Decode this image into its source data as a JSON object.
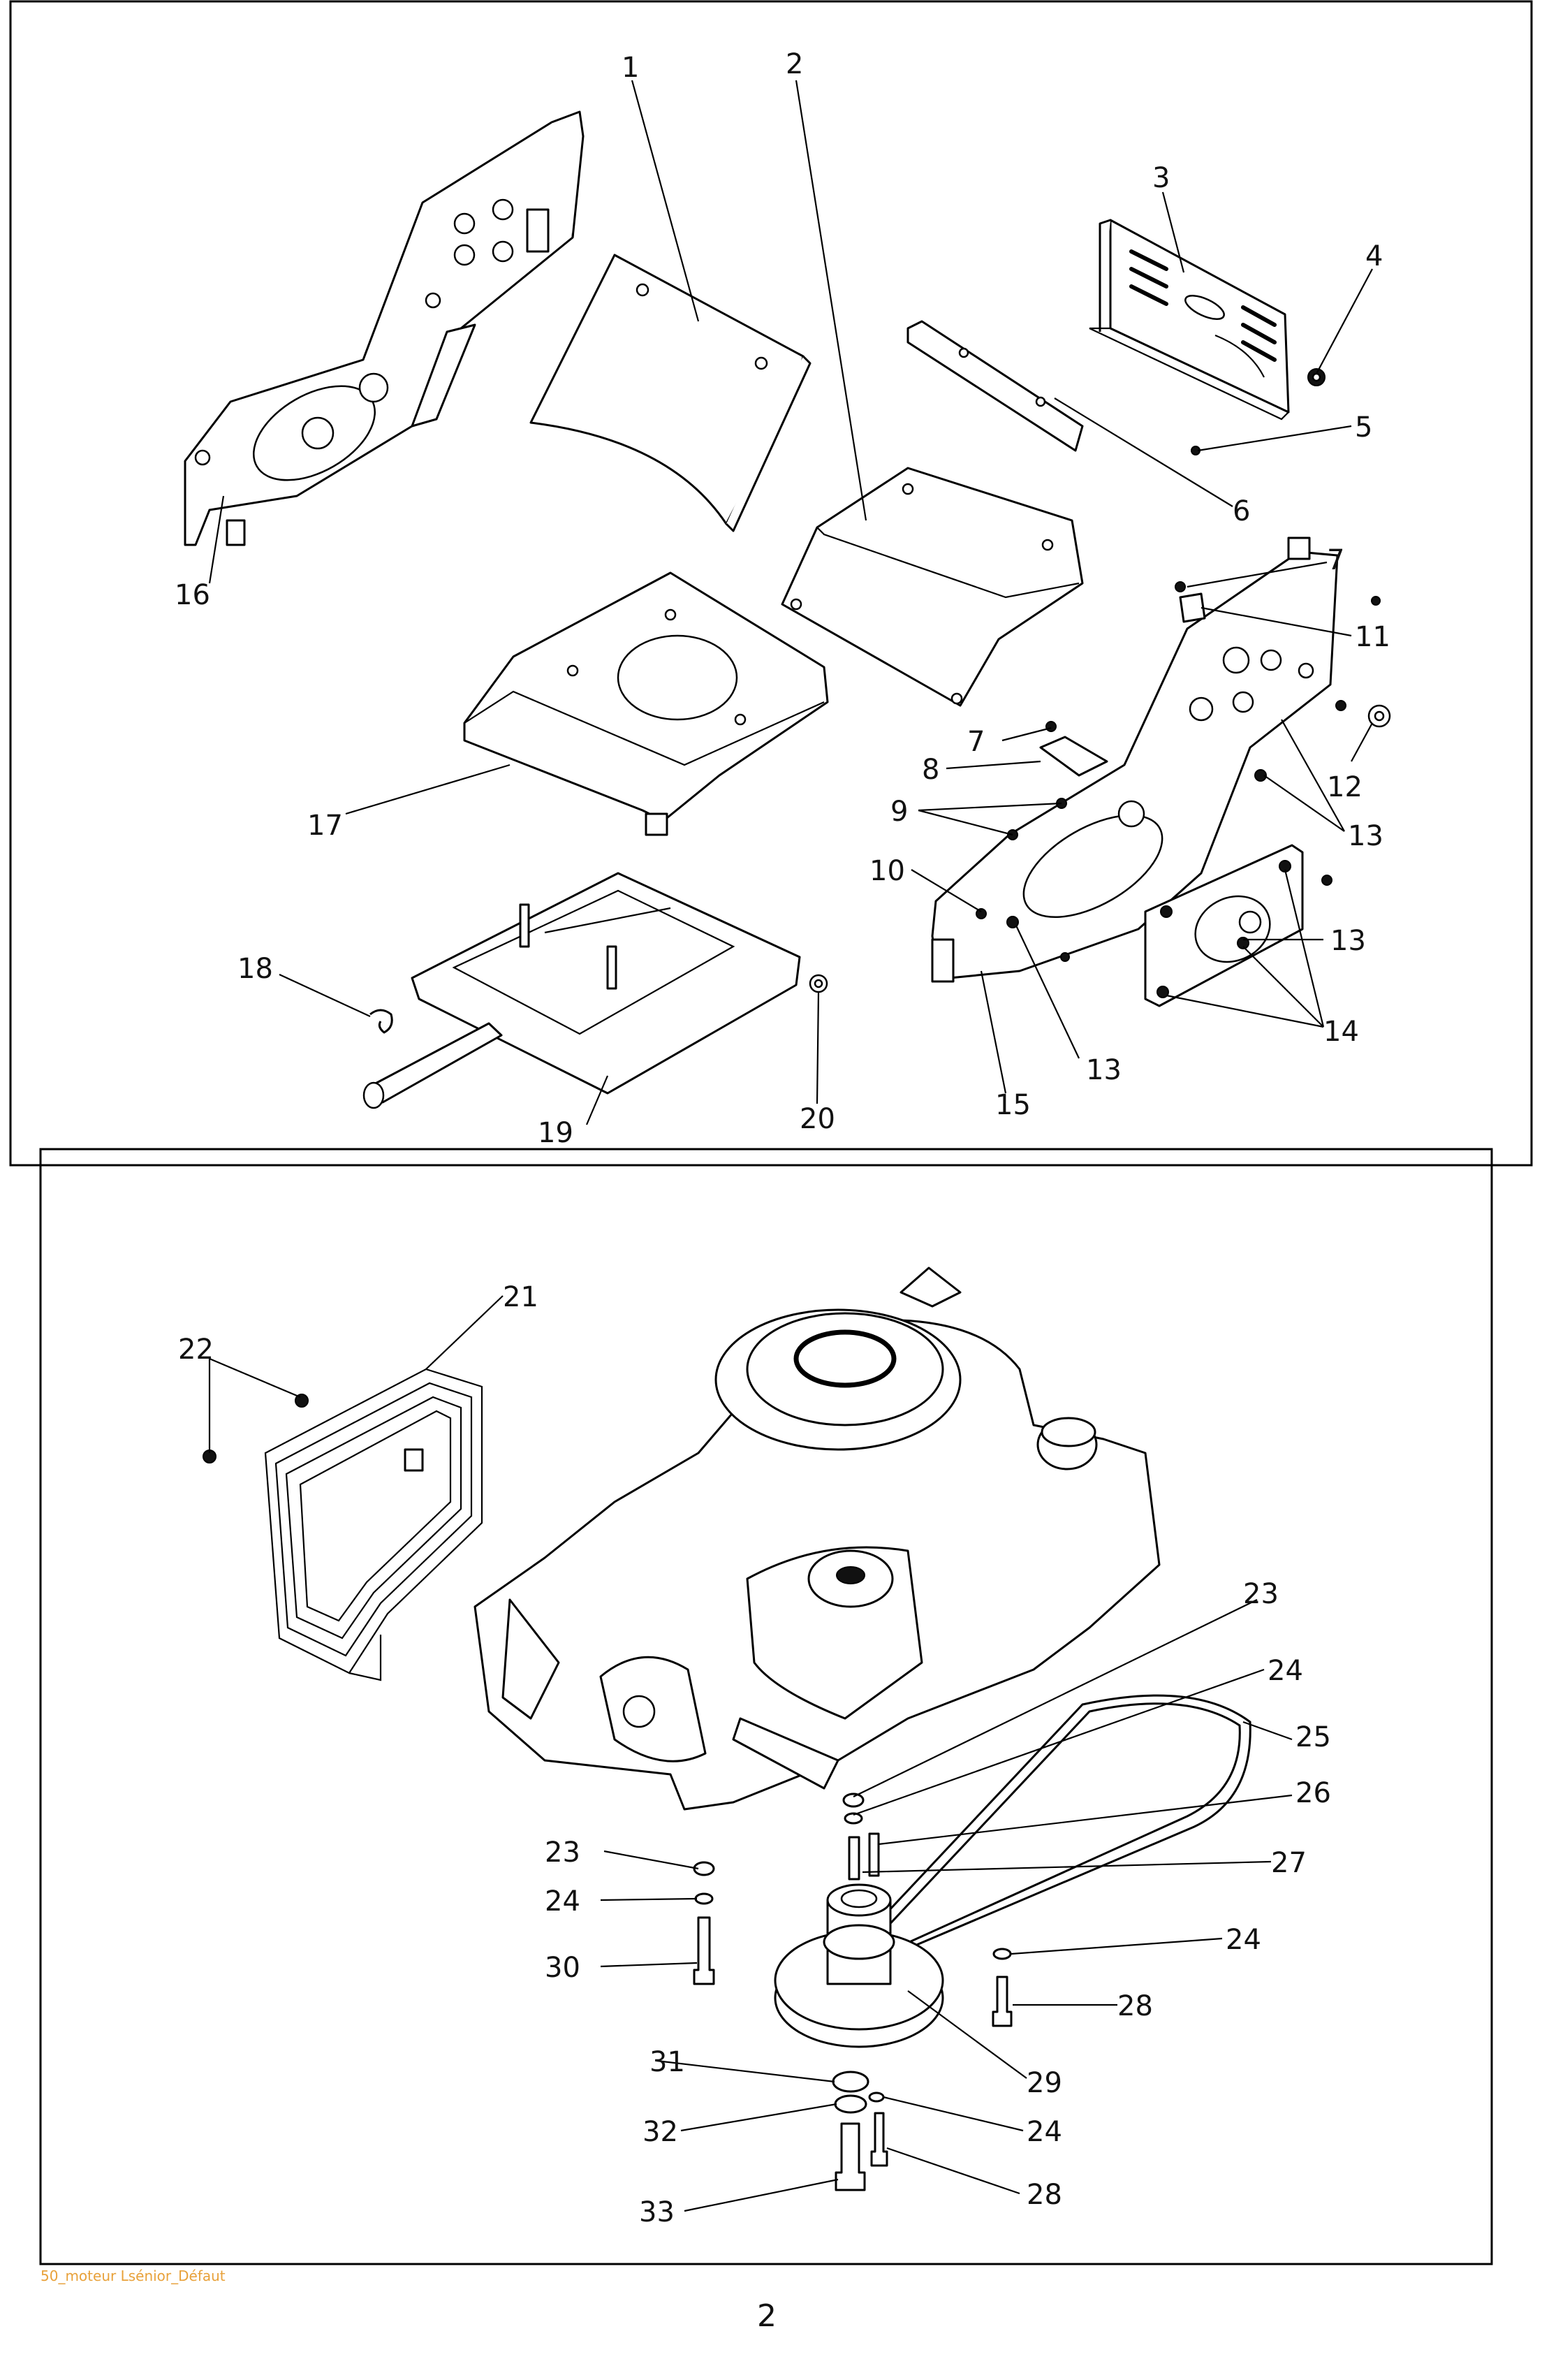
{
  "footer_note": "50_moteur Lsénior_Défaut",
  "page_number": "2",
  "top_panel": {
    "callouts": [
      "1",
      "2",
      "3",
      "4",
      "5",
      "6",
      "7",
      "11",
      "7",
      "8",
      "9",
      "10",
      "12",
      "13",
      "14",
      "13",
      "13",
      "15",
      "16",
      "17",
      "18",
      "19",
      "20"
    ]
  },
  "bottom_panel": {
    "callouts": [
      "21",
      "22",
      "23",
      "24",
      "25",
      "26",
      "27",
      "23",
      "24",
      "30",
      "24",
      "28",
      "29",
      "31",
      "24",
      "32",
      "28",
      "33"
    ]
  }
}
